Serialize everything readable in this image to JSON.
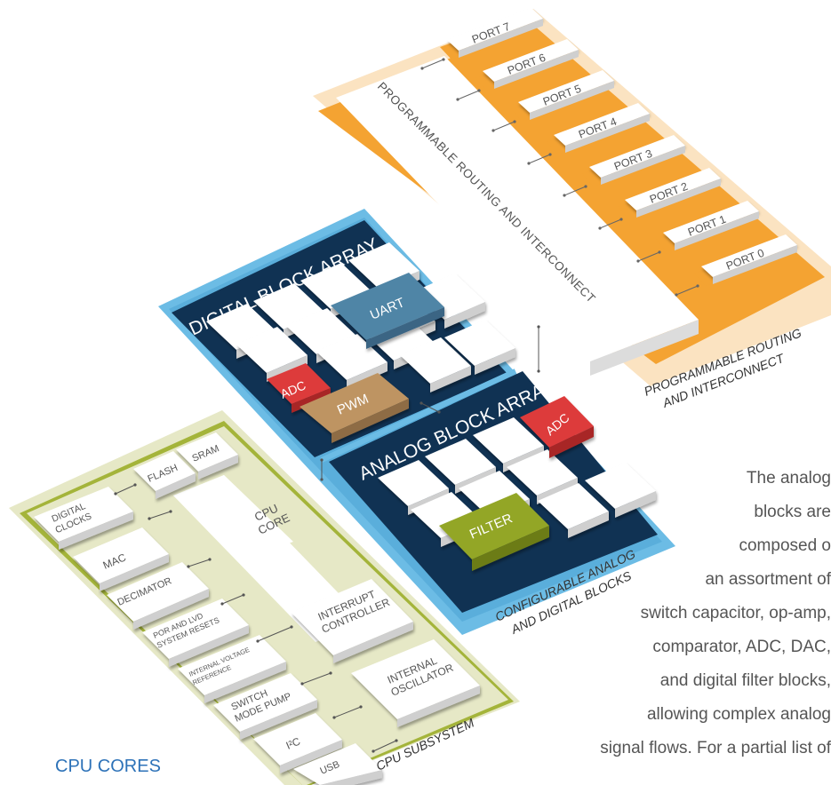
{
  "routing": {
    "title": "PROGRAMMABLE ROUTING AND INTERCONNECT",
    "caption_1": "PROGRAMMABLE ROUTING",
    "caption_2": "AND INTERCONNECT",
    "ports": [
      "PORT 7",
      "PORT 6",
      "PORT 5",
      "PORT 4",
      "PORT 3",
      "PORT 2",
      "PORT 1",
      "PORT 0"
    ]
  },
  "digital": {
    "title": "DIGITAL BLOCK ARRAY",
    "uart": "UART",
    "adc": "ADC",
    "pwm": "PWM"
  },
  "analog": {
    "title": "ANALOG BLOCK ARRAY",
    "adc": "ADC",
    "filter": "FILTER",
    "caption_1": "CONFIGURABLE ANALOG",
    "caption_2": "AND DIGITAL BLOCKS"
  },
  "cpu": {
    "flash": "FLASH",
    "sram": "SRAM",
    "core_1": "CPU",
    "core_2": "CORE",
    "clocks_1": "DIGITAL",
    "clocks_2": "CLOCKS",
    "mac": "MAC",
    "decimator": "DECIMATOR",
    "por_1": "POR AND LVD",
    "por_2": "SYSTEM RESETS",
    "vref_1": "INTERNAL VOLTAGE",
    "vref_2": "REFERENCE",
    "smp_1": "SWITCH",
    "smp_2": "MODE PUMP",
    "i2c": "I²C",
    "usb": "USB",
    "intc_1": "INTERRUPT",
    "intc_2": "CONTROLLER",
    "osc_1": "INTERNAL",
    "osc_2": "OSCILLATOR",
    "caption": "CPU SUBSYSTEM"
  },
  "body_text": [
    "The analog",
    "blocks are",
    "composed o",
    "an assortment of",
    "switch capacitor, op-amp,",
    "comparator, ADC, DAC,",
    "and digital filter blocks,",
    "allowing complex analog",
    "signal flows. For a partial list of"
  ],
  "section_heading": "CPU CORES",
  "colors": {
    "routing_bg": "#fbe3c1",
    "routing_stripe": "#f4a332",
    "array_bg": "#6cbce5",
    "array_dark": "#103253",
    "cpu_bg": "#e6e8c6",
    "cpu_stripe": "#a4b43a",
    "uart": "#5085a6",
    "adc": "#dd3a3a",
    "pwm": "#be9462",
    "filter": "#93a628",
    "heading": "#2d72b8"
  }
}
